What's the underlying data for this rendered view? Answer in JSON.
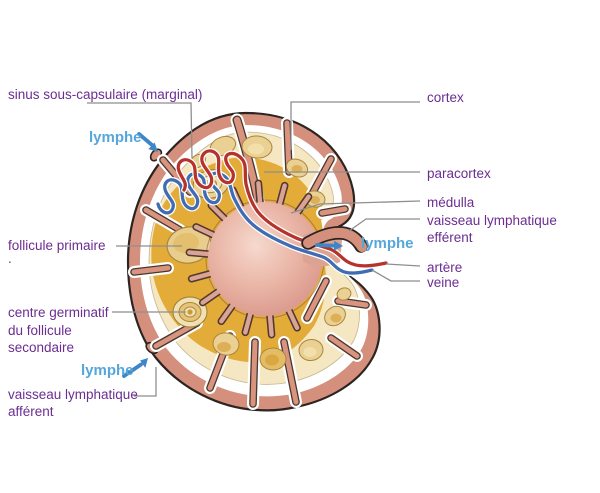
{
  "figure": {
    "type": "anatomical-diagram",
    "labels": {
      "sinus": "sinus sous-capsulaire (marginal)",
      "lymphe_top_left": "lymphe",
      "follicule_primaire": "follicule primaire",
      "follicule_primaire_dot": ".",
      "centre_germinatif": "centre germinatif\ndu follicule\nsecondaire",
      "lymphe_bottom_left": "lymphe",
      "vaisseau_afferent": "vaisseau lymphatique\nafférent",
      "cortex": "cortex",
      "paracortex": "paracortex",
      "medulla": "médulla",
      "vaisseau_efferent": "vaisseau lymphatique efférent",
      "lymphe_right": "lymphe",
      "artere": "artère",
      "veine": "veine"
    },
    "colors": {
      "label_text": "#6b2d91",
      "lymphe_text": "#55a7da",
      "leader_line": "#8e8e8e",
      "capsule": "#d5907d",
      "cortex_cream": "#f4e7c2",
      "follicle_tan": "#ead092",
      "paracortex_gold": "#e3ab38",
      "medulla_pink": "#df9f90",
      "artery_red": "#b5332b",
      "vein_blue": "#3f6cb2",
      "arrow_blue": "#3f86c8",
      "outline_dark": "#2b2420"
    }
  }
}
